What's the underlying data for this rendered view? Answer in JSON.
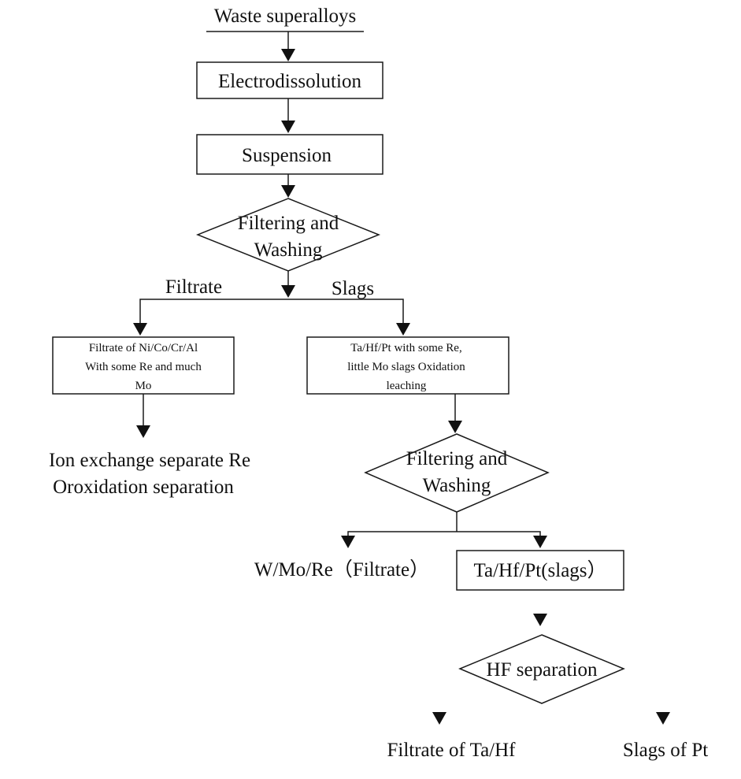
{
  "nodes": {
    "waste_superalloys": "Waste superalloys",
    "electrodissolution": "Electrodissolution",
    "suspension": "Suspension",
    "filtering_washing_1": [
      "Filtering and",
      "Washing"
    ],
    "filtrate_branch_label": "Filtrate",
    "slags_branch_label": "Slags",
    "filtrate_box": [
      "Filtrate of Ni/Co/Cr/Al",
      "With some Re and much",
      "Mo"
    ],
    "slag_box": [
      "Ta/Hf/Pt with some Re,",
      "little Mo slags Oxidation",
      "leaching"
    ],
    "ion_exchange": [
      "Ion exchange separate Re",
      "Oroxidation separation"
    ],
    "filtering_washing_2": [
      "Filtering and",
      "Washing"
    ],
    "wmore_filtrate": "W/Mo/Re（Filtrate）",
    "tahfpt_slags": "Ta/Hf/Pt(slags）",
    "hf_separation": "HF separation",
    "filtrate_tahf": "Filtrate of Ta/Hf",
    "slags_pt": "Slags of Pt"
  }
}
